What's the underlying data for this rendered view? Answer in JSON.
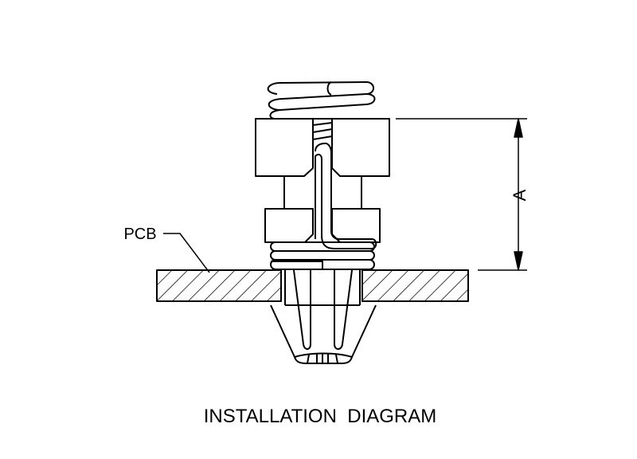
{
  "diagram": {
    "title": "INSTALLATION  DIAGRAM",
    "pcb_label": "PCB",
    "dimension_label": "A",
    "stroke_color": "#000000",
    "background_color": "#ffffff"
  }
}
